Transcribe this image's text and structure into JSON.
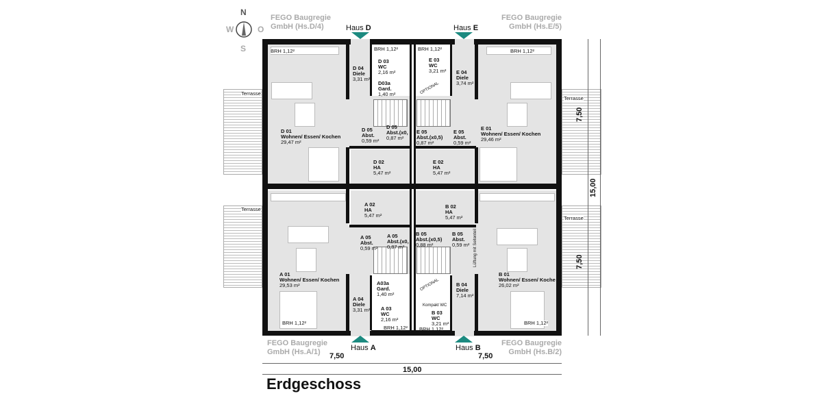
{
  "compass": {
    "n": "N",
    "w": "W",
    "o": "O",
    "s": "S"
  },
  "houses": {
    "D": {
      "fego1": "FEGO Baugregie",
      "fego2": "GmbH (Hs.D/4)",
      "haus": "Haus",
      "letter": "D"
    },
    "E": {
      "fego1": "FEGO Baugregie",
      "fego2": "GmbH (Hs.E/5)",
      "haus": "Haus",
      "letter": "E"
    },
    "A": {
      "fego1": "FEGO Baugregie",
      "fego2": "GmbH (Hs.A/1)",
      "haus": "Haus",
      "letter": "A"
    },
    "B": {
      "fego1": "FEGO Baugregie",
      "fego2": "GmbH (Hs.B/2)",
      "haus": "Haus",
      "letter": "B"
    }
  },
  "rooms": [
    {
      "id": "D 01",
      "name": "Wohnen/ Essen/ Kochen",
      "area": "29,47 m²"
    },
    {
      "id": "D 02",
      "name": "HA",
      "area": "5,47 m²"
    },
    {
      "id": "D 03",
      "name": "WC",
      "area": "2,16 m²"
    },
    {
      "id": "D03a",
      "name": "Gard.",
      "area": "1,40 m²"
    },
    {
      "id": "D 04",
      "name": "Diele",
      "area": "3,31 m²"
    },
    {
      "id": "D 05",
      "name": "Abst.",
      "area": "0,59 m²"
    },
    {
      "id": "D 05",
      "name": "Abst.(x0,",
      "area": "0,87 m²"
    },
    {
      "id": "E 01",
      "name": "Wohnen/ Essen/ Kochen",
      "area": "29,46 m²"
    },
    {
      "id": "E 02",
      "name": "HA",
      "area": "5,47 m²"
    },
    {
      "id": "E 03",
      "name": "WC",
      "area": "3,21 m²"
    },
    {
      "id": "E 04",
      "name": "Diele",
      "area": "3,74 m²"
    },
    {
      "id": "E 05",
      "name": "Abst.(x0,5)",
      "area": "0,87 m²"
    },
    {
      "id": "E 05",
      "name": "Abst.",
      "area": "0,59 m²"
    },
    {
      "id": "A 01",
      "name": "Wohnen/ Essen/ Kochen",
      "area": "29,53 m²"
    },
    {
      "id": "A 02",
      "name": "HA",
      "area": "5,47 m²"
    },
    {
      "id": "A 03",
      "name": "WC",
      "area": "2,16 m²"
    },
    {
      "id": "A03a",
      "name": "Gard.",
      "area": "1,40 m²"
    },
    {
      "id": "A 04",
      "name": "Diele",
      "area": "3,31 m²"
    },
    {
      "id": "A 05",
      "name": "Abst.",
      "area": "0,59 m²"
    },
    {
      "id": "A 05",
      "name": "Abst.(x0,",
      "area": "0,87 m²"
    },
    {
      "id": "B 01",
      "name": "Wohnen/ Essen/ Koche",
      "area": "26,02 m²"
    },
    {
      "id": "B 02",
      "name": "HA",
      "area": "5,47 m²"
    },
    {
      "id": "B 03",
      "name": "WC",
      "area": "3,21 m²"
    },
    {
      "id": "B 04",
      "name": "Diele",
      "area": "7,14 m²"
    },
    {
      "id": "B 05",
      "name": "Abst.(x0,5)",
      "area": "0,88 m²"
    },
    {
      "id": "B 05",
      "name": "Abst.",
      "area": "0,59 m²"
    }
  ],
  "notes": {
    "brh": "BRH 1,12²",
    "terrasse": "Terrasse",
    "optional": "OPTIONAL",
    "kompakt": "Kompakt WC",
    "lueftung": "Lüftung mit Seitenteil"
  },
  "dimensions": {
    "left_width": "7,50",
    "right_width": "7,50",
    "total_width": "15,00",
    "top_depth": "7,50",
    "bottom_depth": "7,50",
    "total_depth": "15,00"
  },
  "title": "Erdgeschoss"
}
